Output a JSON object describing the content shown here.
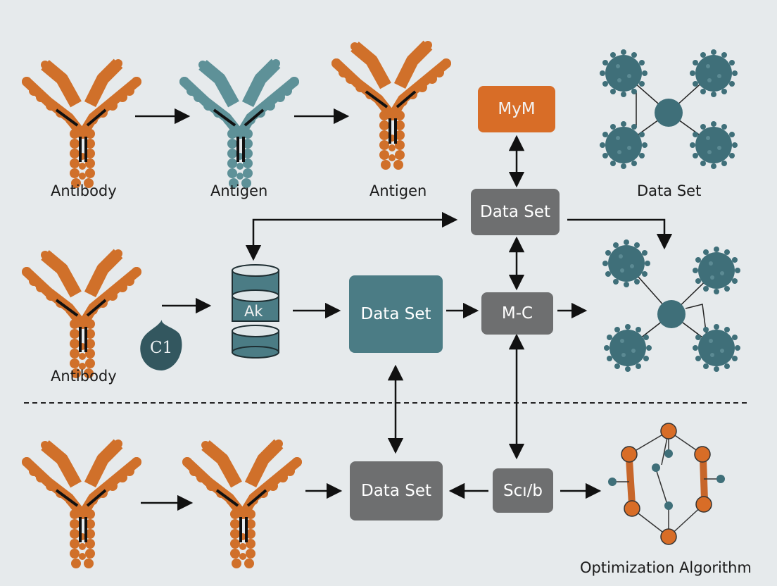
{
  "labels": {
    "antibody_top": "Antibody",
    "antigen_1": "Antigen",
    "antigen_2": "Antigen",
    "dataset_top_right": "Data Set",
    "antibody_mid": "Antibody",
    "optimization": "Optimization Algorithm"
  },
  "boxes": {
    "mym": "MyM",
    "dataset_center_top": "Data Set",
    "ak": "Ak",
    "dataset_teal": "Data Set",
    "mc": "M-C",
    "dataset_bottom": "Data Set",
    "scib": "Scı/b"
  },
  "circle": {
    "c1": "C1"
  },
  "colors": {
    "orange": "#d86d27",
    "teal": "#4b7c85",
    "gray": "#6e6f70",
    "background": "#e6eaec"
  }
}
